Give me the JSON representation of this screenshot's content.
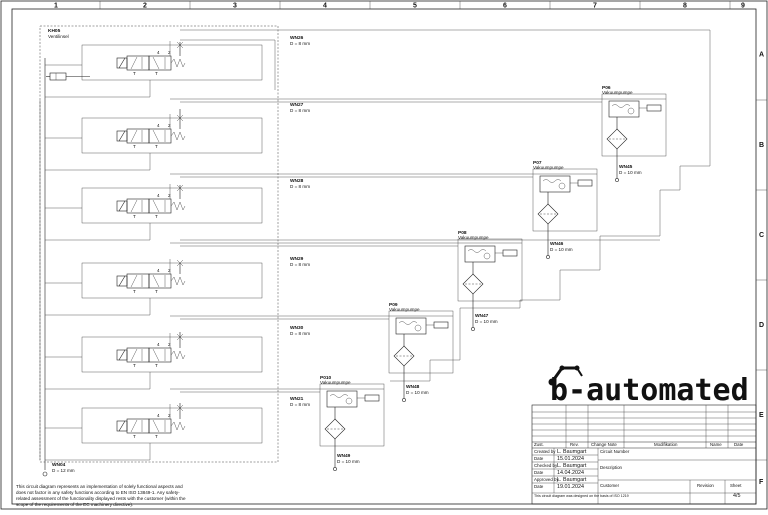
{
  "frame": {
    "columns": [
      "1",
      "2",
      "3",
      "4",
      "5",
      "6",
      "7",
      "8",
      "9"
    ],
    "rows": [
      "A",
      "B",
      "C",
      "D",
      "E",
      "F"
    ]
  },
  "valve_terminal": {
    "tag": "KH05",
    "name": "Ventilinsel",
    "supply_line": "WN04",
    "supply_diameter": "D = 12 mm"
  },
  "valve_port_labels": [
    "4",
    "2",
    "T",
    "T"
  ],
  "hoses": [
    {
      "tag": "WN26",
      "diameter": "D = 8 mm"
    },
    {
      "tag": "WN27",
      "diameter": "D = 8 mm"
    },
    {
      "tag": "WN28",
      "diameter": "D = 8 mm"
    },
    {
      "tag": "WN29",
      "diameter": "D = 8 mm"
    },
    {
      "tag": "WN30",
      "diameter": "D = 8 mm"
    },
    {
      "tag": "WN21",
      "diameter": "D = 8 mm"
    }
  ],
  "pumps": [
    {
      "tag": "P06",
      "name": "Vakuumpumpe"
    },
    {
      "tag": "P07",
      "name": "Vakuumpumpe"
    },
    {
      "tag": "P08",
      "name": "Vakuumpumpe"
    },
    {
      "tag": "P09",
      "name": "Vakuumpumpe"
    },
    {
      "tag": "P010",
      "name": "Vakuumpumpe"
    }
  ],
  "vacuum_lines": [
    {
      "tag": "WN45",
      "diameter": "D = 10 mm"
    },
    {
      "tag": "WN46",
      "diameter": "D = 10 mm"
    },
    {
      "tag": "WN47",
      "diameter": "D = 10 mm"
    },
    {
      "tag": "WN48",
      "diameter": "D = 10 mm"
    },
    {
      "tag": "WN49",
      "diameter": "D = 10 mm"
    }
  ],
  "disclaimer": [
    "This circuit diagram represents an implementation of solely functional aspects and",
    "does not factor in any safety functions according to EN ISO 13849-1. Any safety-",
    "related assessment of the functionality displayed rests with the customer (within the",
    "scope of the requirements of the EC machinery directive)."
  ],
  "logo": {
    "text": "b-automated"
  },
  "title_block": {
    "revision_headers": {
      "state": "Zust.",
      "rev": "Rev.",
      "change_note": "Change Note",
      "modification": "Modifikation",
      "name": "Name",
      "date": "Date"
    },
    "created_by_label": "Created by",
    "created_by": "L. Baumgart",
    "date1_label": "Date",
    "date1": "15.01.2024",
    "checked_by_label": "Checked by",
    "checked_by": "L. Baumgart",
    "date2_label": "Date",
    "date2": "14.04.2024",
    "approved_by_label": "Approved by",
    "approved_by": "L. Baumgart",
    "date3_label": "Date",
    "date3": "19.01.2024",
    "circuit_number_label": "Circuit Number",
    "description_label": "Description",
    "customer_label": "Customer",
    "revision_label": "Revision",
    "sheet_label": "Sheet",
    "sheet": "4/5",
    "footer_note": "This circuit diagram was designed on the basis of ISO 1219"
  }
}
